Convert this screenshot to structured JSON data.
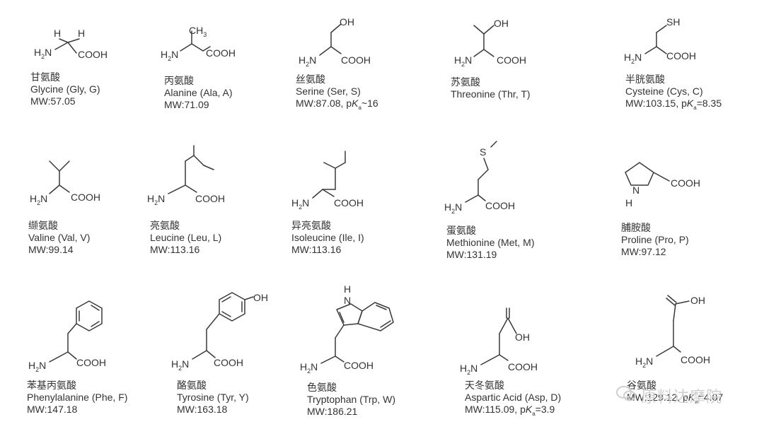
{
  "amino_acids": [
    {
      "cn": "甘氨酸",
      "en": "Glycine (Gly, G)",
      "mw": "MW:57.05"
    },
    {
      "cn": "丙氨酸",
      "en": "Alanine (Ala, A)",
      "mw": "MW:71.09"
    },
    {
      "cn": "丝氨酸",
      "en": "Serine (Ser, S)",
      "mw": "MW:87.08, p",
      "pk_sym": "K",
      "pk_sub": "a",
      "pk_val": "~16"
    },
    {
      "cn": "苏氨酸",
      "en": "Threonine (Thr, T)",
      "mw": ""
    },
    {
      "cn": "半胱氨酸",
      "en": "Cysteine (Cys, C)",
      "mw": "MW:103.15, p",
      "pk_sym": "K",
      "pk_sub": "a",
      "pk_val": "=8.35"
    },
    {
      "cn": "缬氨酸",
      "en": "Valine (Val, V)",
      "mw": "MW:99.14"
    },
    {
      "cn": "亮氨酸",
      "en": "Leucine (Leu, L)",
      "mw": "MW:113.16"
    },
    {
      "cn": "异亮氨酸",
      "en": "Isoleucine (Ile,  I)",
      "mw": "MW:113.16"
    },
    {
      "cn": "蛋氨酸",
      "en": "Methionine (Met,  M)",
      "mw": "MW:131.19"
    },
    {
      "cn": "脯胺酸",
      "en": "Proline (Pro,  P)",
      "mw": "MW:97.12"
    },
    {
      "cn": "苯基丙氨酸",
      "en": "Phenylalanine (Phe, F)",
      "mw": "MW:147.18"
    },
    {
      "cn": "酪氨酸",
      "en": "Tyrosine (Tyr, Y)",
      "mw": "MW:163.18"
    },
    {
      "cn": "色氨酸",
      "en": "Tryptophan (Trp, W)",
      "mw": "MW:186.21"
    },
    {
      "cn": "天冬氨酸",
      "en": "Aspartic Acid (Asp, D)",
      "mw": "MW:115.09, p",
      "pk_sym": "K",
      "pk_sub": "a",
      "pk_val": "=3.9"
    },
    {
      "cn": "谷氨酸",
      "en": "",
      "mw": "MW:129.12, p",
      "pk_sym": "K",
      "pk_sub": "a",
      "pk_val": "=4.07"
    }
  ],
  "groups": {
    "amine": "H₂N",
    "amine_h": "H",
    "amine_n": "N",
    "amine_2": "2",
    "cooh": "COOH",
    "oh": "OH",
    "sh": "SH",
    "s": "S",
    "h": "H",
    "n": "N",
    "ch": "CH",
    "ch_sub": "3"
  },
  "watermark": {
    "text": "原料达摩院"
  }
}
